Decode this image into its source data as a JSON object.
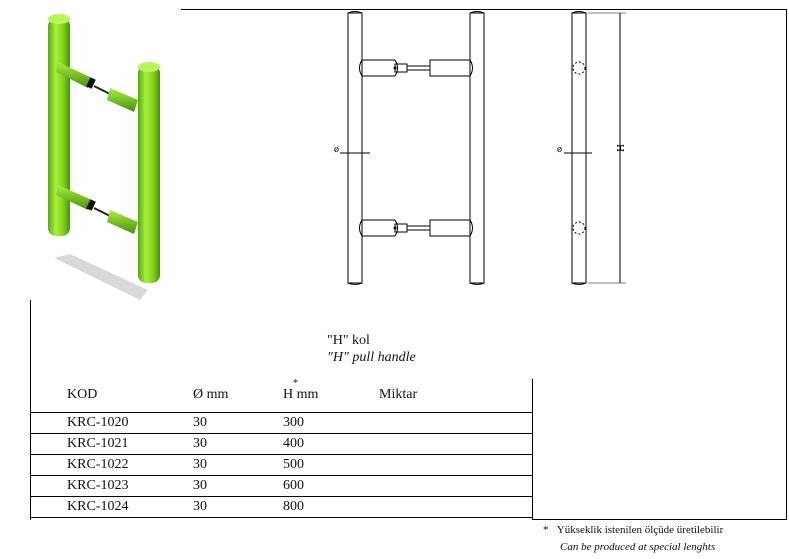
{
  "caption": {
    "name_tr": "\"H\" kol",
    "name_en": "\"H\" pull handle"
  },
  "drawing": {
    "diameter_symbol": "ø",
    "height_symbol": "H"
  },
  "table": {
    "headers": {
      "code": "KOD",
      "diameter": "Ø mm",
      "height_letter": "H",
      "height_star": "*",
      "height_unit": "mm",
      "quantity": "Miktar"
    },
    "rows": [
      {
        "code": "KRC-1020",
        "diameter": "30",
        "height": "300",
        "quantity": ""
      },
      {
        "code": "KRC-1021",
        "diameter": "30",
        "height": "400",
        "quantity": ""
      },
      {
        "code": "KRC-1022",
        "diameter": "30",
        "height": "500",
        "quantity": ""
      },
      {
        "code": "KRC-1023",
        "diameter": "30",
        "height": "600",
        "quantity": ""
      },
      {
        "code": "KRC-1024",
        "diameter": "30",
        "height": "800",
        "quantity": ""
      }
    ]
  },
  "note": {
    "star": "*",
    "tr": "Yükseklik istenilen ölçüde üretilebilir",
    "en": "Can be produced at special lenghts"
  },
  "colors": {
    "handle_green": "#8ee31a",
    "handle_dark": "#4a8f10",
    "line": "#000000"
  }
}
